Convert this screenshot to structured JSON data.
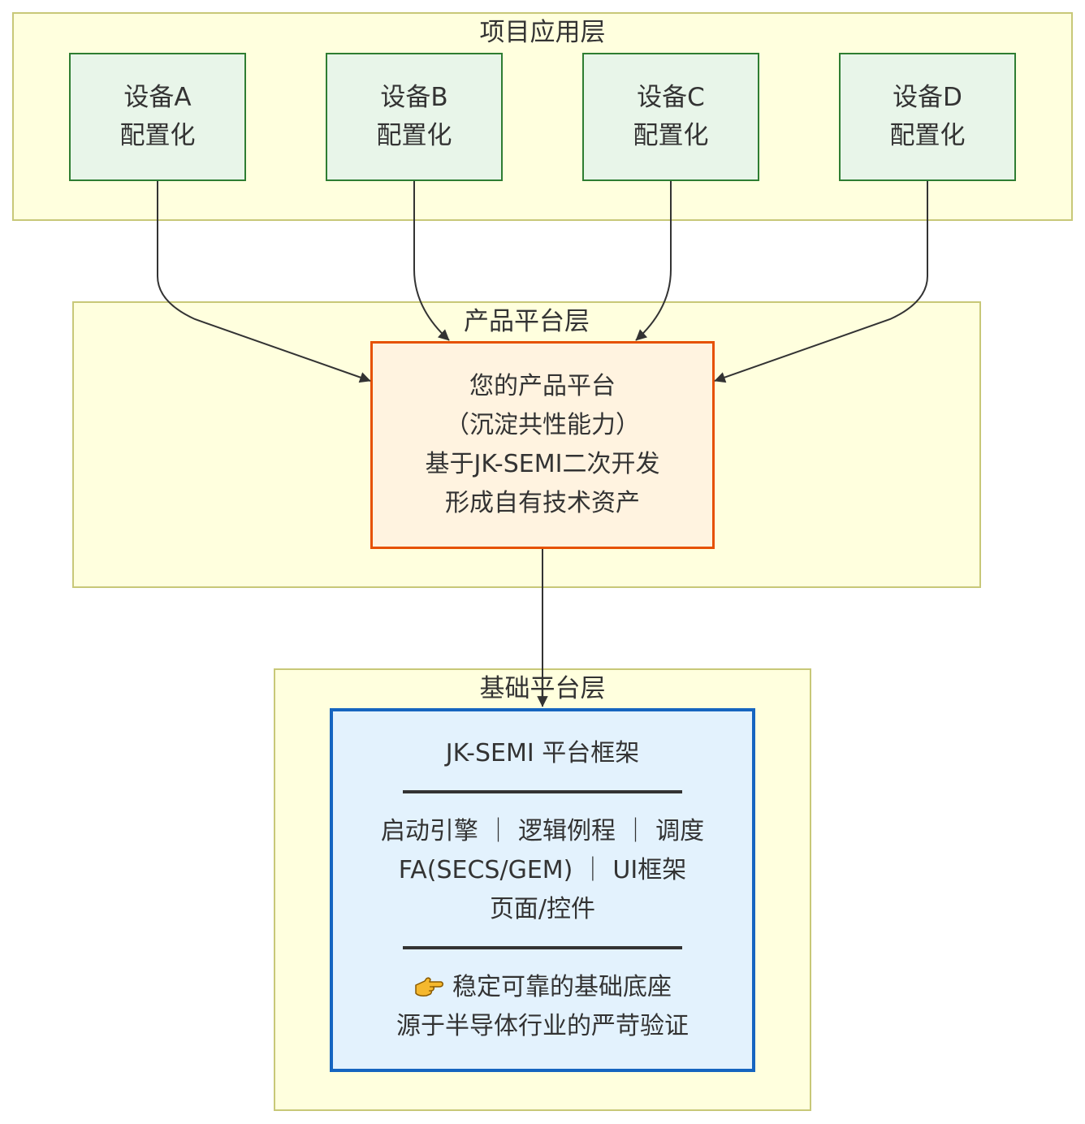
{
  "layers": {
    "project": {
      "title": "项目应用层"
    },
    "product": {
      "title": "产品平台层"
    },
    "base": {
      "title": "基础平台层"
    }
  },
  "devices": [
    {
      "line1": "设备A",
      "line2": "配置化"
    },
    {
      "line1": "设备B",
      "line2": "配置化"
    },
    {
      "line1": "设备C",
      "line2": "配置化"
    },
    {
      "line1": "设备D",
      "line2": "配置化"
    }
  ],
  "product_node": {
    "lines": [
      "您的产品平台",
      "（沉淀共性能力）",
      "基于JK-SEMI二次开发",
      "形成自有技术资产"
    ]
  },
  "base_node": {
    "title": "JK-SEMI 平台框架",
    "features": [
      "启动引擎 ｜ 逻辑例程 ｜ 调度",
      "FA(SECS/GEM) ｜ UI框架",
      "页面/控件"
    ],
    "footer_line1": "稳定可靠的基础底座",
    "footer_line2": "源于半导体行业的严苛验证",
    "footer_icon": "pointing-hand-icon"
  },
  "colors": {
    "layer_fill": "#ffffde",
    "layer_border": "#c8c878",
    "device_fill": "#e8f5e9",
    "device_border": "#2e7d32",
    "product_fill": "#fff3e0",
    "product_border": "#e65100",
    "base_fill": "#e3f2fd",
    "base_border": "#1565c0",
    "edge": "#333333"
  }
}
